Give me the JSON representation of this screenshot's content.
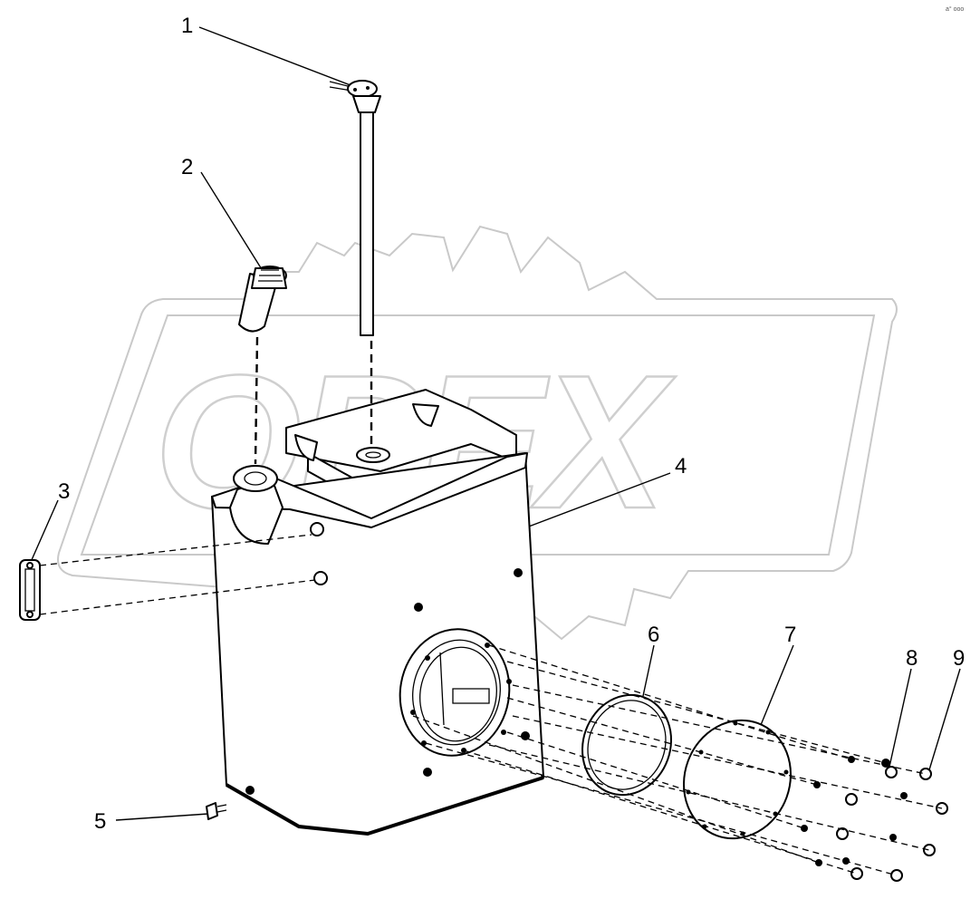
{
  "page": {
    "corner_mark": "a° ooo"
  },
  "watermark": {
    "text": "OPEX",
    "color": "#c9c9c9"
  },
  "callouts": [
    {
      "id": "1",
      "label": "1"
    },
    {
      "id": "2",
      "label": "2"
    },
    {
      "id": "3",
      "label": "3"
    },
    {
      "id": "4",
      "label": "4"
    },
    {
      "id": "5",
      "label": "5"
    },
    {
      "id": "6",
      "label": "6"
    },
    {
      "id": "7",
      "label": "7"
    },
    {
      "id": "8",
      "label": "8"
    },
    {
      "id": "9",
      "label": "9"
    }
  ]
}
